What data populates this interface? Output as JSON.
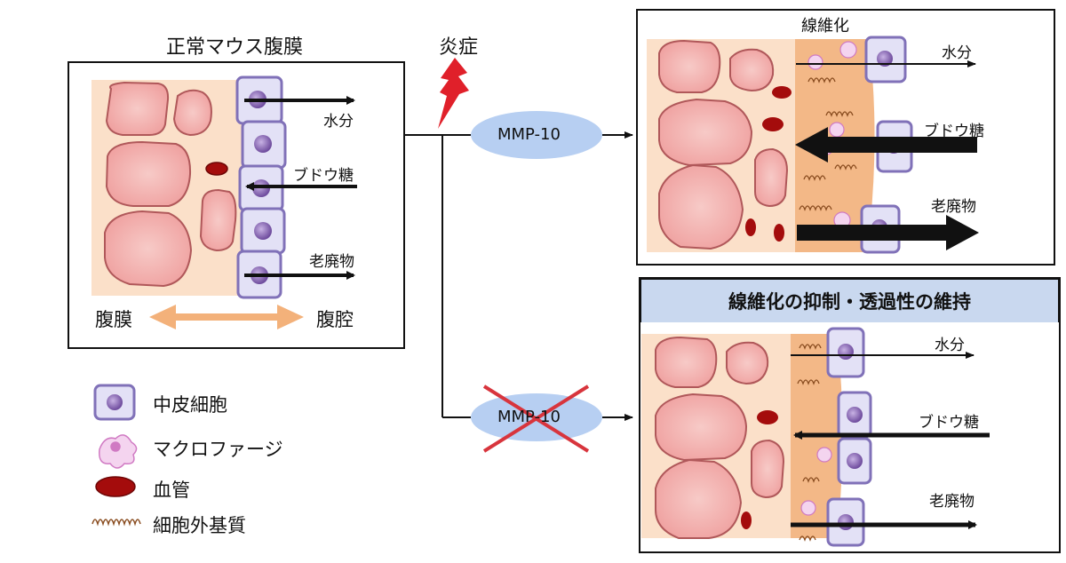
{
  "normal": {
    "title": "正常マウス腹膜",
    "flows": {
      "water": "水分",
      "glucose": "ブドウ糖",
      "waste": "老廃物"
    },
    "peritoneum": "腹膜",
    "cavity": "腹腔"
  },
  "trigger": "炎症",
  "mmp": {
    "label": "MMP-10",
    "label_blocked": "MMP-10"
  },
  "fibrosis": {
    "title": "線維化",
    "flows": {
      "water": "水分",
      "glucose": "ブドウ糖",
      "waste": "老廃物"
    }
  },
  "preserved": {
    "header": "線維化の抑制・透過性の維持",
    "flows": {
      "water": "水分",
      "glucose": "ブドウ糖",
      "waste": "老廃物"
    }
  },
  "legend": {
    "mesothelial": "中皮細胞",
    "macrophage": "マクロファージ",
    "vessel": "血管",
    "ecm": "細胞外基質"
  },
  "colors": {
    "tissue_bg": "#fbe0c9",
    "cell_fill": "#f2b4b2",
    "cell_stroke": "#b0585a",
    "vessel": "#a40c0c",
    "meso_fill": "#e3e1f6",
    "meso_stroke": "#8071b8",
    "nucleus": "#7c5aa8",
    "fibrosis_band": "#f3b887",
    "ellipse": "#b7cff2",
    "arrow_double": "#f3b17a",
    "lightning": "#e0202a",
    "cross": "#d8353d",
    "header_bg": "#c9d8ef"
  }
}
